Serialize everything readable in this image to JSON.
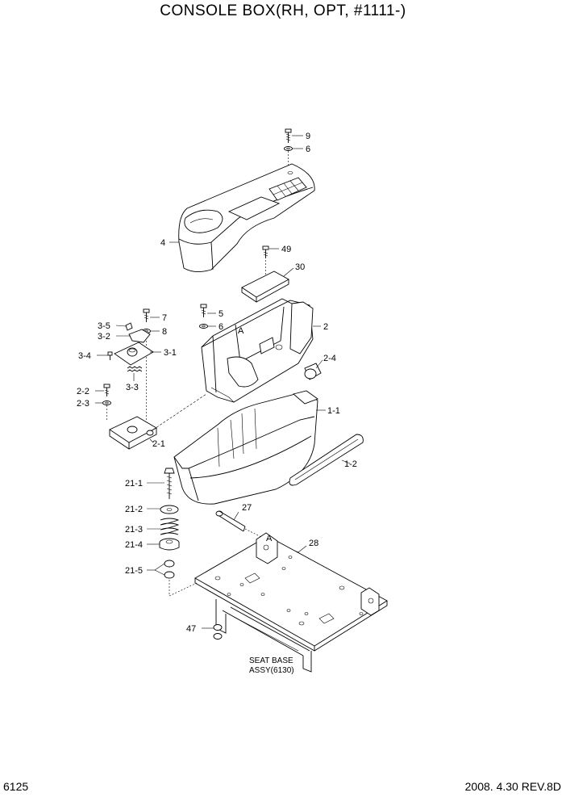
{
  "title": "CONSOLE BOX(RH, OPT, #1111-)",
  "footer": {
    "page_number": "6125",
    "revision": "2008.  4.30  REV.8D"
  },
  "callouts": {
    "c9": "9",
    "c6a": "6",
    "c4": "4",
    "c49": "49",
    "c30": "30",
    "c7": "7",
    "c8": "8",
    "c3_5": "3-5",
    "c3_2": "3-2",
    "c3_4": "3-4",
    "c3_1": "3-1",
    "c3_3": "3-3",
    "c5": "5",
    "c6b": "6",
    "cA1": "A",
    "c2": "2",
    "c2_4": "2-4",
    "c2_2": "2-2",
    "c2_3": "2-3",
    "c2_1": "2-1",
    "c1_1": "1-1",
    "c1_2": "1-2",
    "c21_1": "21-1",
    "c21_2": "21-2",
    "c21_3": "21-3",
    "c21_4": "21-4",
    "c21_5": "21-5",
    "c27": "27",
    "cA2": "A",
    "c28": "28",
    "c47": "47"
  },
  "seat_base_note": {
    "line1": "SEAT BASE",
    "line2": "ASSY(6130)"
  }
}
